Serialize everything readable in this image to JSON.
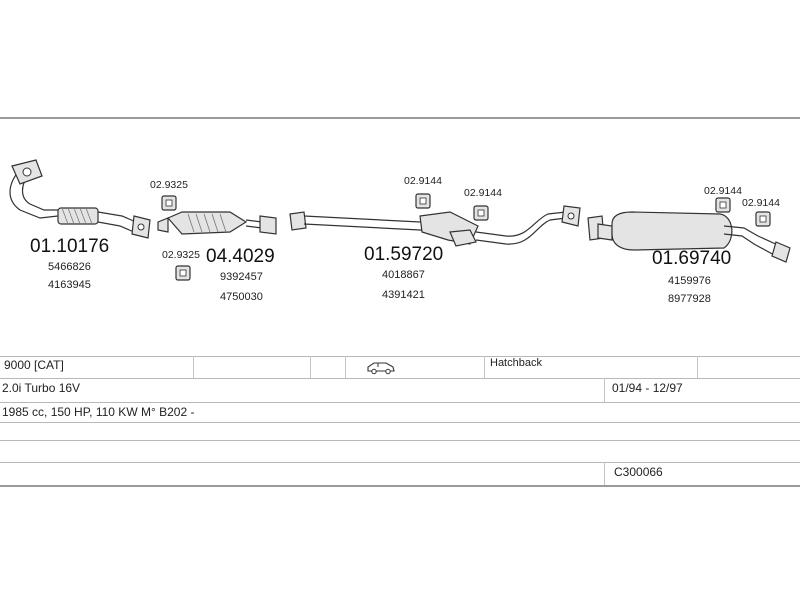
{
  "parts": [
    {
      "number": "01.10176",
      "oe": [
        "5466826",
        "4163945"
      ]
    },
    {
      "number": "04.4029",
      "oe": [
        "9392457",
        "4750030"
      ]
    },
    {
      "number": "01.59720",
      "oe": [
        "4018867",
        "4391421"
      ]
    },
    {
      "number": "01.69740",
      "oe": [
        "4159976",
        "8977928"
      ]
    }
  ],
  "accessories": [
    "02.9325",
    "02.9325",
    "02.9144",
    "02.9144",
    "02.9144",
    "02.9144"
  ],
  "vehicle": {
    "model": "9000  [CAT]",
    "body": "Hatchback",
    "engine": "2.0i Turbo 16V",
    "period": "01/94 - 12/97",
    "specs": "1985 cc, 150 HP, 110 KW M° B202 -",
    "code": "C300066"
  },
  "icons": {
    "body_icon": "car-icon"
  }
}
